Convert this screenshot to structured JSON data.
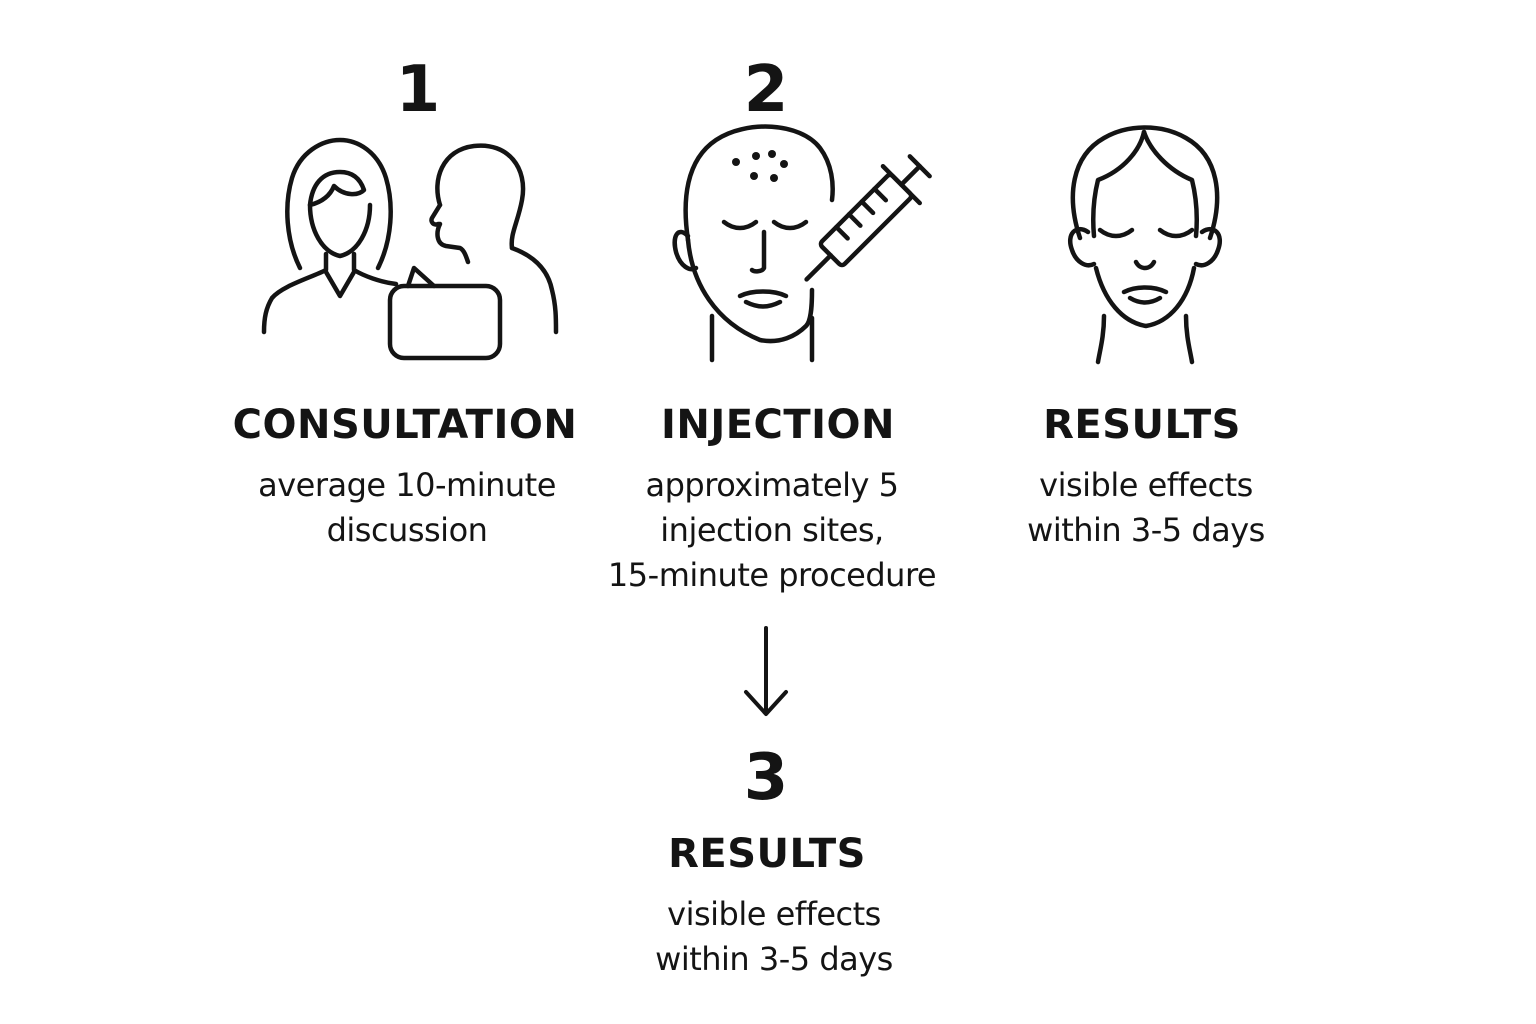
{
  "steps": [
    {
      "number": "1",
      "title": "CONSULTATION",
      "description_lines": [
        "average 10-minute",
        "discussion"
      ],
      "icon": "consultation-people-speech-bubble-icon"
    },
    {
      "number": "2",
      "title": "INJECTION",
      "description_lines": [
        "approximately 5",
        "injection sites,",
        "15-minute procedure"
      ],
      "icon": "face-syringe-icon"
    },
    {
      "number": "",
      "title": "RESULTS",
      "description_lines": [
        "visible effects",
        "within 3-5 days"
      ],
      "icon": "face-relaxed-icon"
    },
    {
      "number": "3",
      "title": "RESULTS",
      "description_lines": [
        "visible effects",
        "within 3-5 days"
      ],
      "icon": "down-arrow-icon"
    }
  ],
  "colors": {
    "background": "#ffffff",
    "ink": "#141414"
  }
}
